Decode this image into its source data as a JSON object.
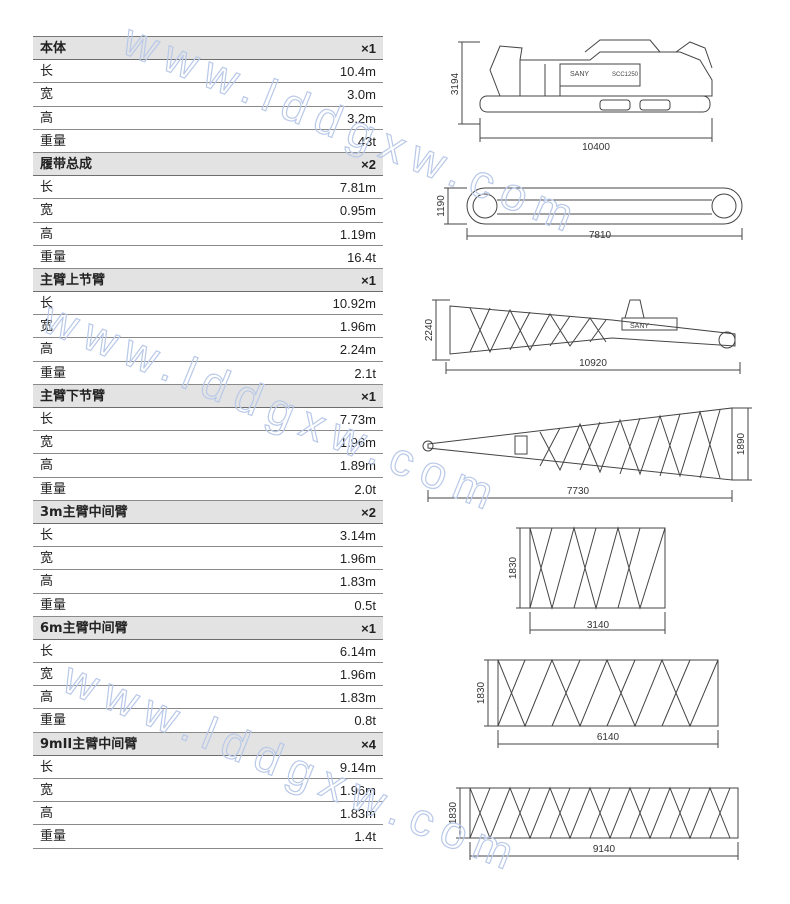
{
  "sections": [
    {
      "name": "本体",
      "qty": "×1",
      "rows": [
        {
          "label": "长",
          "value": "10.4m"
        },
        {
          "label": "宽",
          "value": "3.0m"
        },
        {
          "label": "高",
          "value": "3.2m"
        },
        {
          "label": "重量",
          "value": "43t"
        }
      ]
    },
    {
      "name": "履带总成",
      "qty": "×2",
      "rows": [
        {
          "label": "长",
          "value": "7.81m"
        },
        {
          "label": "宽",
          "value": "0.95m"
        },
        {
          "label": "高",
          "value": "1.19m"
        },
        {
          "label": "重量",
          "value": "16.4t"
        }
      ]
    },
    {
      "name": "主臂上节臂",
      "qty": "×1",
      "rows": [
        {
          "label": "长",
          "value": "10.92m"
        },
        {
          "label": "宽",
          "value": "1.96m"
        },
        {
          "label": "高",
          "value": "2.24m"
        },
        {
          "label": "重量",
          "value": "2.1t"
        }
      ]
    },
    {
      "name": "主臂下节臂",
      "qty": "×1",
      "rows": [
        {
          "label": "长",
          "value": "7.73m"
        },
        {
          "label": "宽",
          "value": "1.96m"
        },
        {
          "label": "高",
          "value": "1.89m"
        },
        {
          "label": "重量",
          "value": "2.0t"
        }
      ]
    },
    {
      "name": "3m主臂中间臂",
      "qty": "×2",
      "rows": [
        {
          "label": "长",
          "value": "3.14m"
        },
        {
          "label": "宽",
          "value": "1.96m"
        },
        {
          "label": "高",
          "value": "1.83m"
        },
        {
          "label": "重量",
          "value": "0.5t"
        }
      ]
    },
    {
      "name": "6m主臂中间臂",
      "qty": "×1",
      "rows": [
        {
          "label": "长",
          "value": "6.14m"
        },
        {
          "label": "宽",
          "value": "1.96m"
        },
        {
          "label": "高",
          "value": "1.83m"
        },
        {
          "label": "重量",
          "value": "0.8t"
        }
      ]
    },
    {
      "name": "9mII主臂中间臂",
      "qty": "×4",
      "rows": [
        {
          "label": "长",
          "value": "9.14m"
        },
        {
          "label": "宽",
          "value": "1.96m"
        },
        {
          "label": "高",
          "value": "1.83m"
        },
        {
          "label": "重量",
          "value": "1.4t"
        }
      ]
    }
  ],
  "drawings": {
    "crane_body": {
      "height": "3194",
      "length": "10400",
      "brand": "SANY",
      "model": "SCC1250"
    },
    "crawler": {
      "height": "1190",
      "length": "7810"
    },
    "boom_top": {
      "height": "2240",
      "length": "10920",
      "brand": "SANY"
    },
    "boom_base": {
      "height": "1890",
      "length": "7730"
    },
    "insert_3m": {
      "height": "1830",
      "length": "3140"
    },
    "insert_6m": {
      "height": "1830",
      "length": "6140"
    },
    "insert_9m": {
      "height": "1830",
      "length": "9140"
    }
  },
  "watermark": "www.lddgxw.com"
}
